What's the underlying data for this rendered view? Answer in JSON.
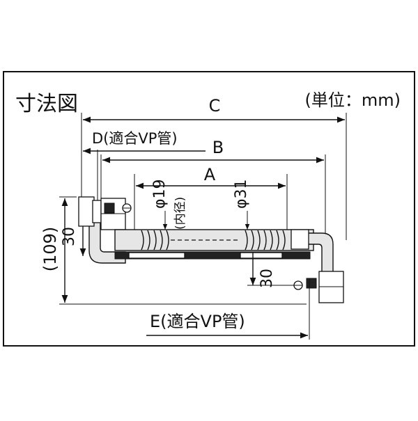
{
  "title": "寸法図",
  "unit": "(単位：mm)",
  "dimensions": {
    "A": "A",
    "B": "B",
    "C": "C",
    "D": "D(適合VP管)",
    "E": "E(適合VP管)",
    "phi19": "φ19",
    "inner": "(内径)",
    "phi31": "φ31",
    "h109": "(109)",
    "h30_left": "30",
    "h30_right": "30"
  }
}
